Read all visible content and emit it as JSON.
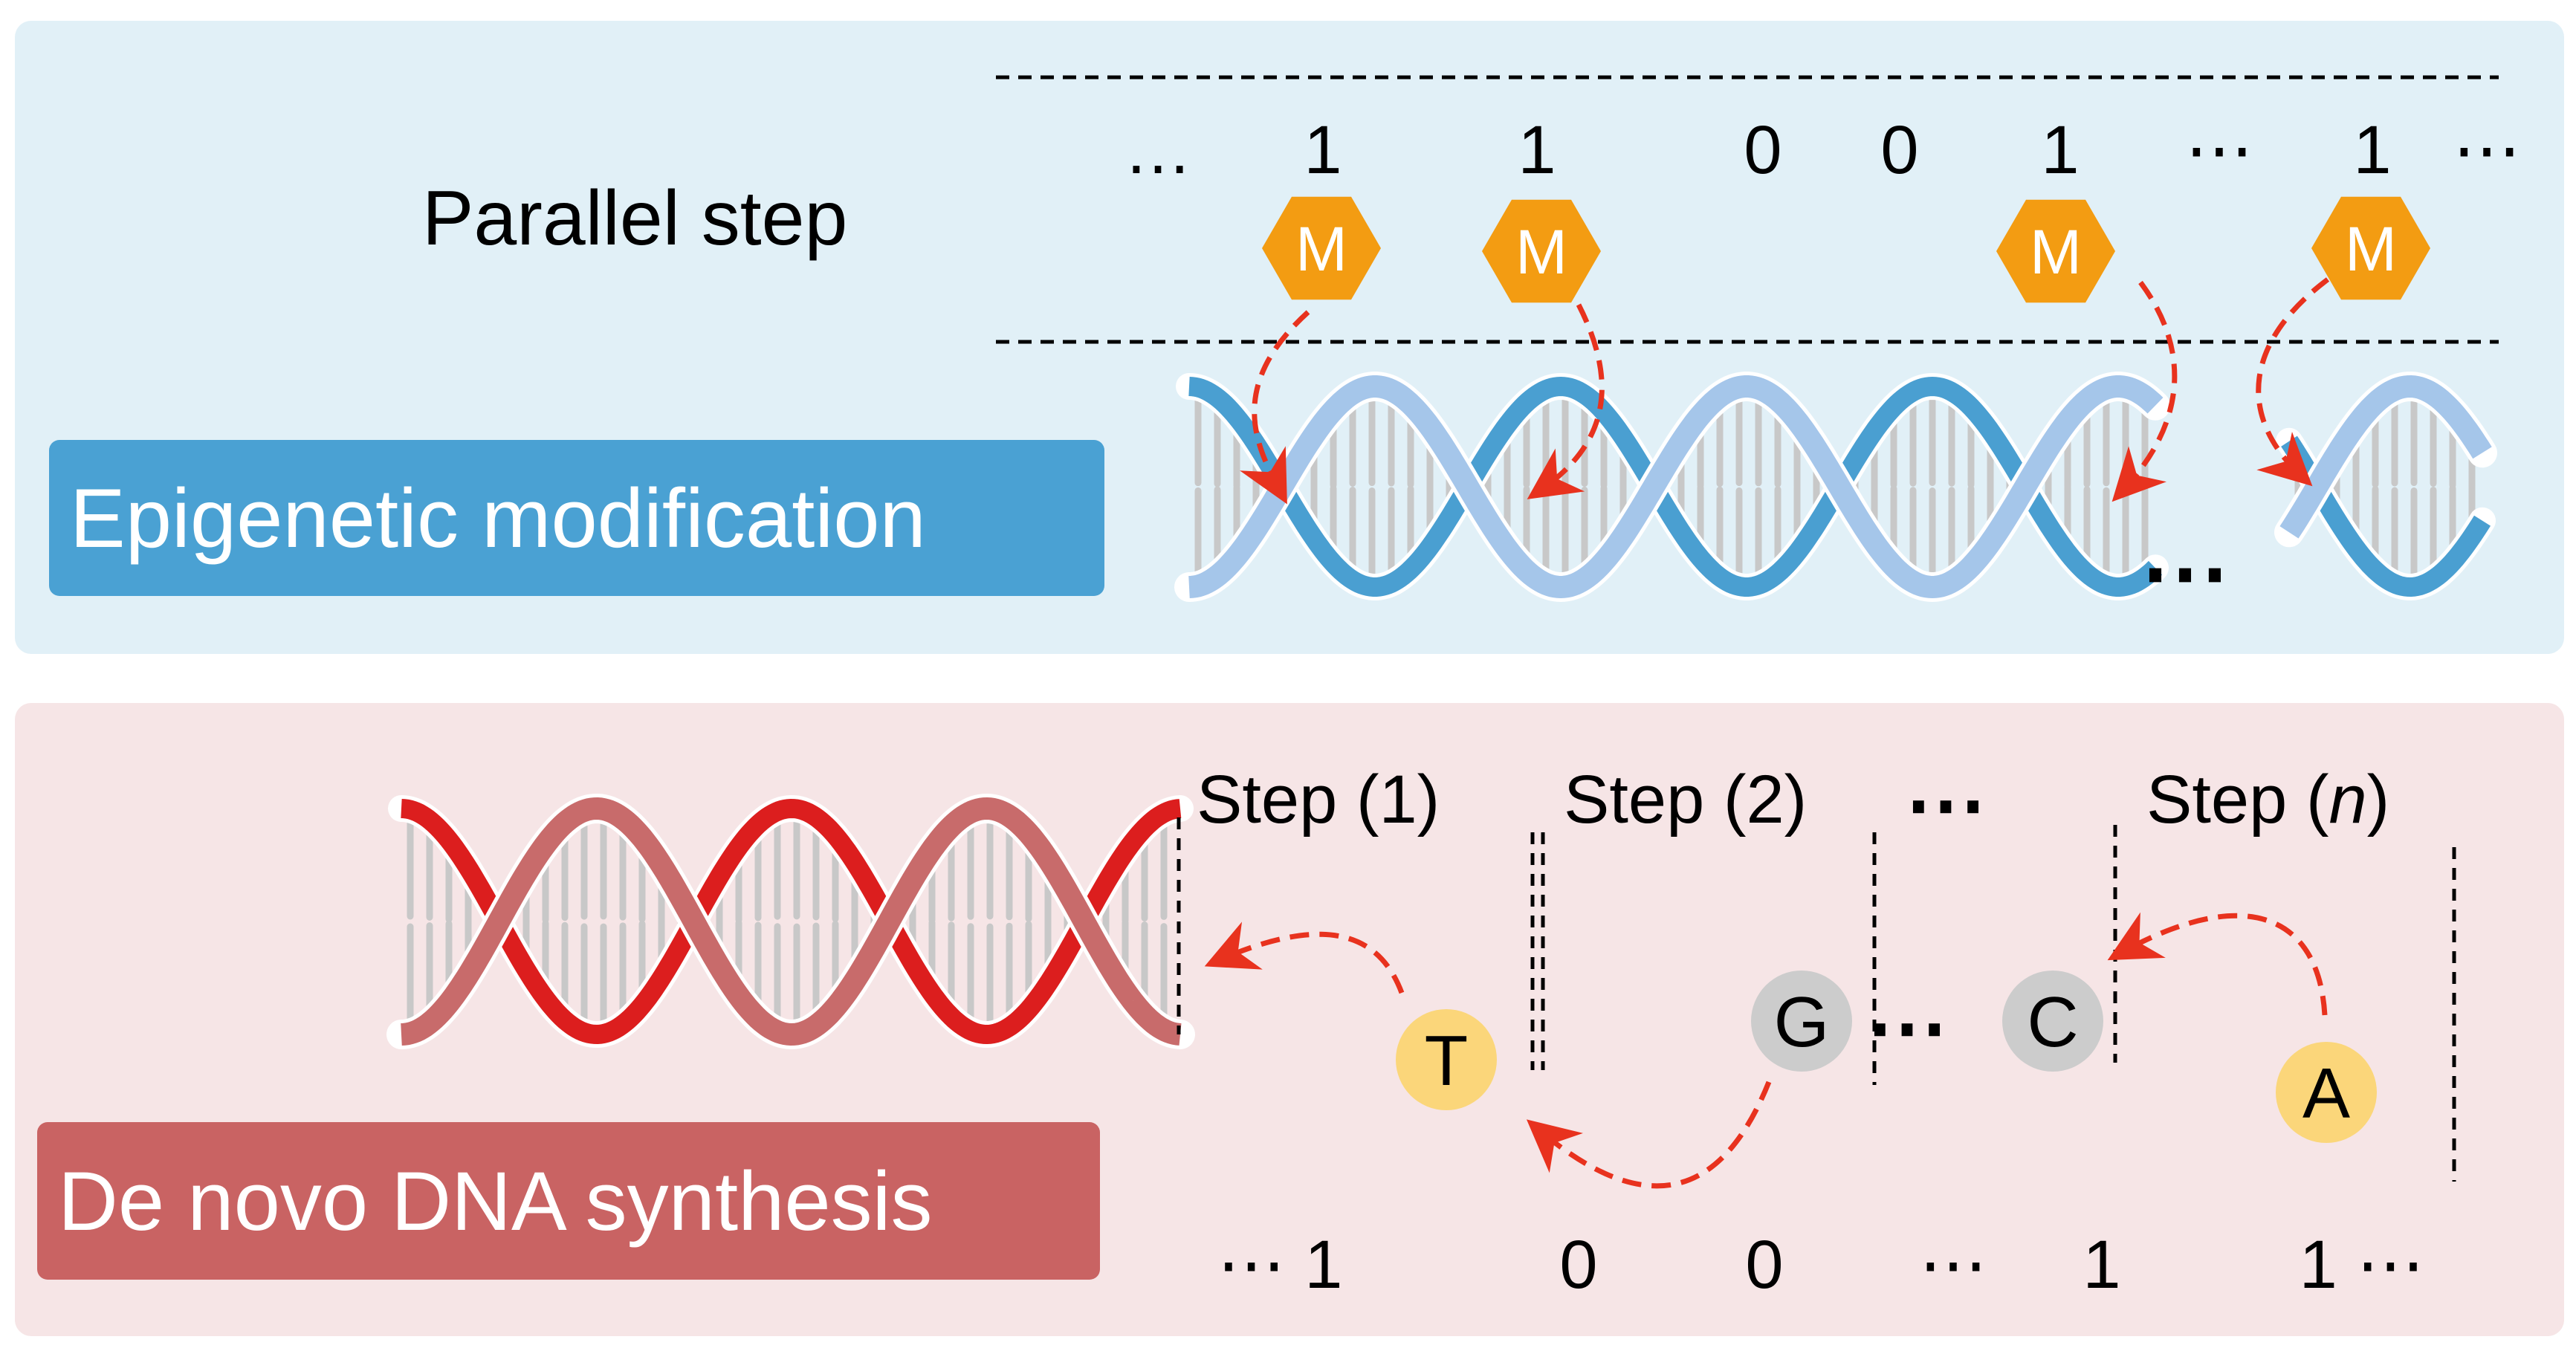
{
  "top_panel": {
    "title": "Parallel step",
    "label": "Epigenetic modification",
    "ellipsis": "…",
    "bits": [
      "…",
      "1",
      "1",
      "0",
      "0",
      "1",
      "⋯",
      "1",
      "⋯"
    ],
    "marker_letter": "M",
    "dna_ellipsis": "⋯"
  },
  "bottom_panel": {
    "label": "De novo DNA synthesis",
    "steps": [
      "Step (1)",
      "Step (2)",
      "⋯"
    ],
    "step_n_prefix": "Step (",
    "step_n_var": "n",
    "step_n_suffix": ")",
    "nucleotides": [
      "T",
      "G",
      "C",
      "A"
    ],
    "between_ellipsis": "⋯",
    "bits": [
      "⋯ 1",
      "0",
      "0",
      "⋯",
      "1",
      "1 ⋯"
    ]
  },
  "colors": {
    "top_panel_bg": "#e1f0f7",
    "bottom_panel_bg": "#f6e5e6",
    "epi_label_bg": "#4aa1d3",
    "denovo_label_bg": "#c96363",
    "methyl_orange": "#f39c12",
    "arrow_red": "#e8321e",
    "helix_blue": "#4a9fd1",
    "helix_light_blue": "#a5c6ea",
    "helix_red": "#dc1e1e",
    "helix_rose": "#c86b6b",
    "nucleotide_yellow": "#fbd67a",
    "nucleotide_grey": "#cccccc"
  },
  "icons": [
    "methyl-hexagon-icon",
    "dna-helix-icon",
    "curved-arrow-icon",
    "nucleotide-circle-icon"
  ]
}
